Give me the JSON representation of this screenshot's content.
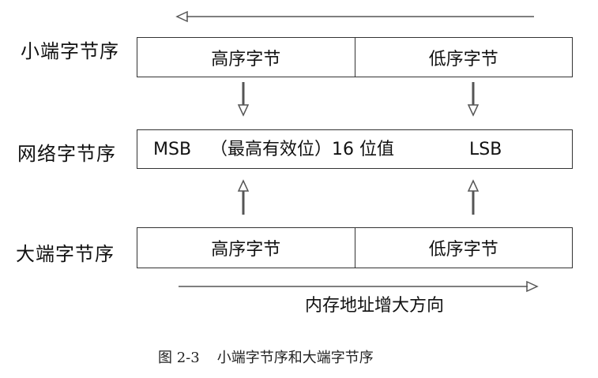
{
  "rows": {
    "little_endian": {
      "label": "小端字节序",
      "high": "高序字节",
      "low": "低序字节"
    },
    "network": {
      "label": "网络字节序",
      "msb": "MSB",
      "middle": "（最高有效位）16 位值",
      "lsb": "LSB"
    },
    "big_endian": {
      "label": "大端字节序",
      "high": "高序字节",
      "low": "低序字节"
    }
  },
  "axis": {
    "label": "内存地址增大方向"
  },
  "caption": {
    "number": "图 2-3",
    "text": "小端字节序和大端字节序"
  }
}
